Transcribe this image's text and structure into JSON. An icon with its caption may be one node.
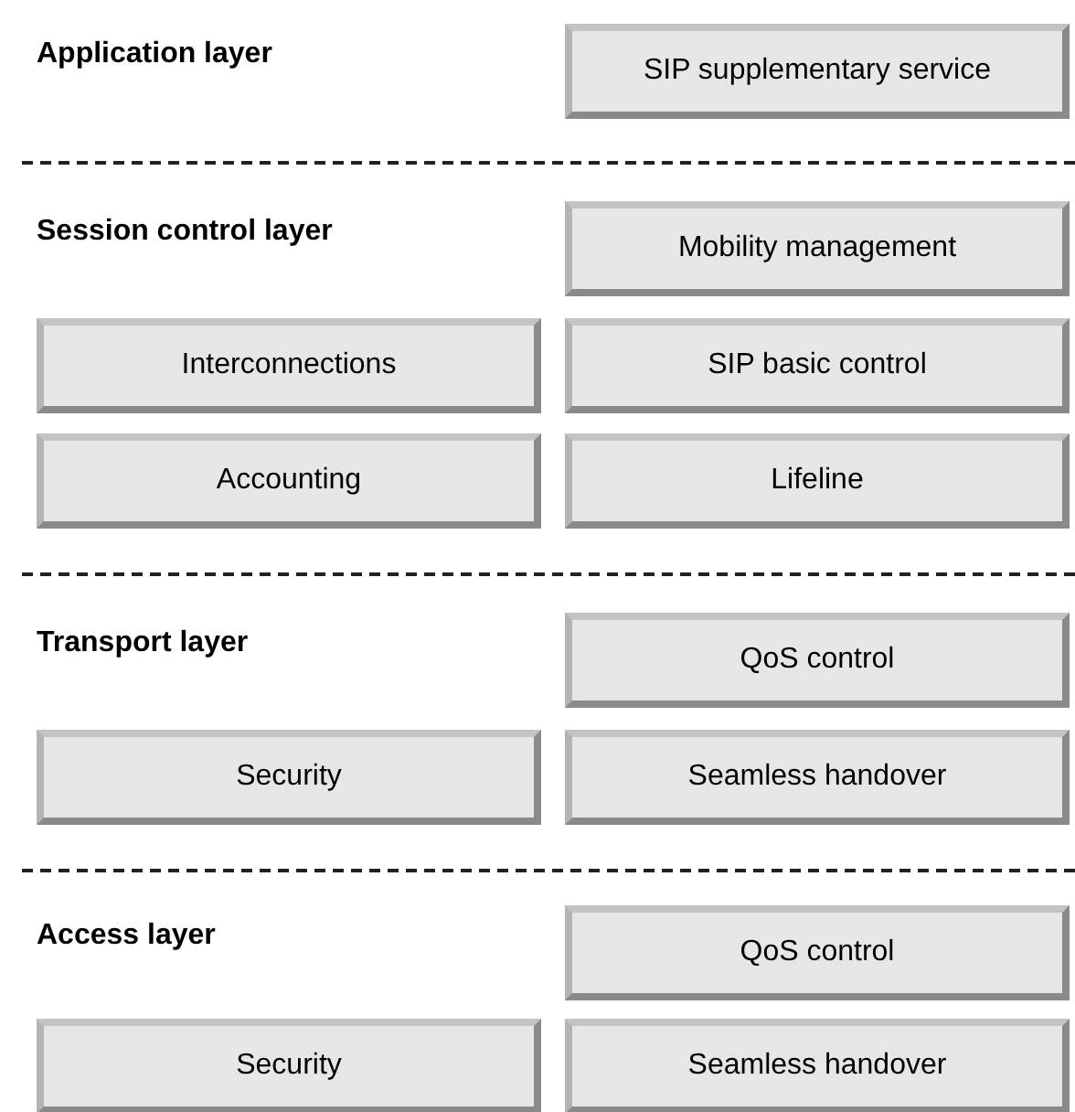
{
  "diagram": {
    "nodes": [
      {
        "text": [
          "SIP supplementary service"
        ]
      },
      {
        "text": [
          "Mobility management"
        ]
      },
      {
        "text": [
          "Interconnections"
        ]
      },
      {
        "text": [
          "SIP basic control"
        ]
      },
      {
        "text": [
          "Accounting"
        ]
      },
      {
        "text": [
          "Lifeline"
        ]
      },
      {
        "text": [
          "QoS control"
        ]
      },
      {
        "text": [
          "Security"
        ]
      },
      {
        "text": [
          "Seamless handover"
        ]
      },
      {
        "text": [
          "QoS control"
        ]
      },
      {
        "text": [
          "Security"
        ]
      },
      {
        "text": [
          "Seamless handover"
        ]
      }
    ],
    "labels": [
      "Application layer",
      "Session control layer",
      "Transport layer",
      "Access layer"
    ]
  }
}
